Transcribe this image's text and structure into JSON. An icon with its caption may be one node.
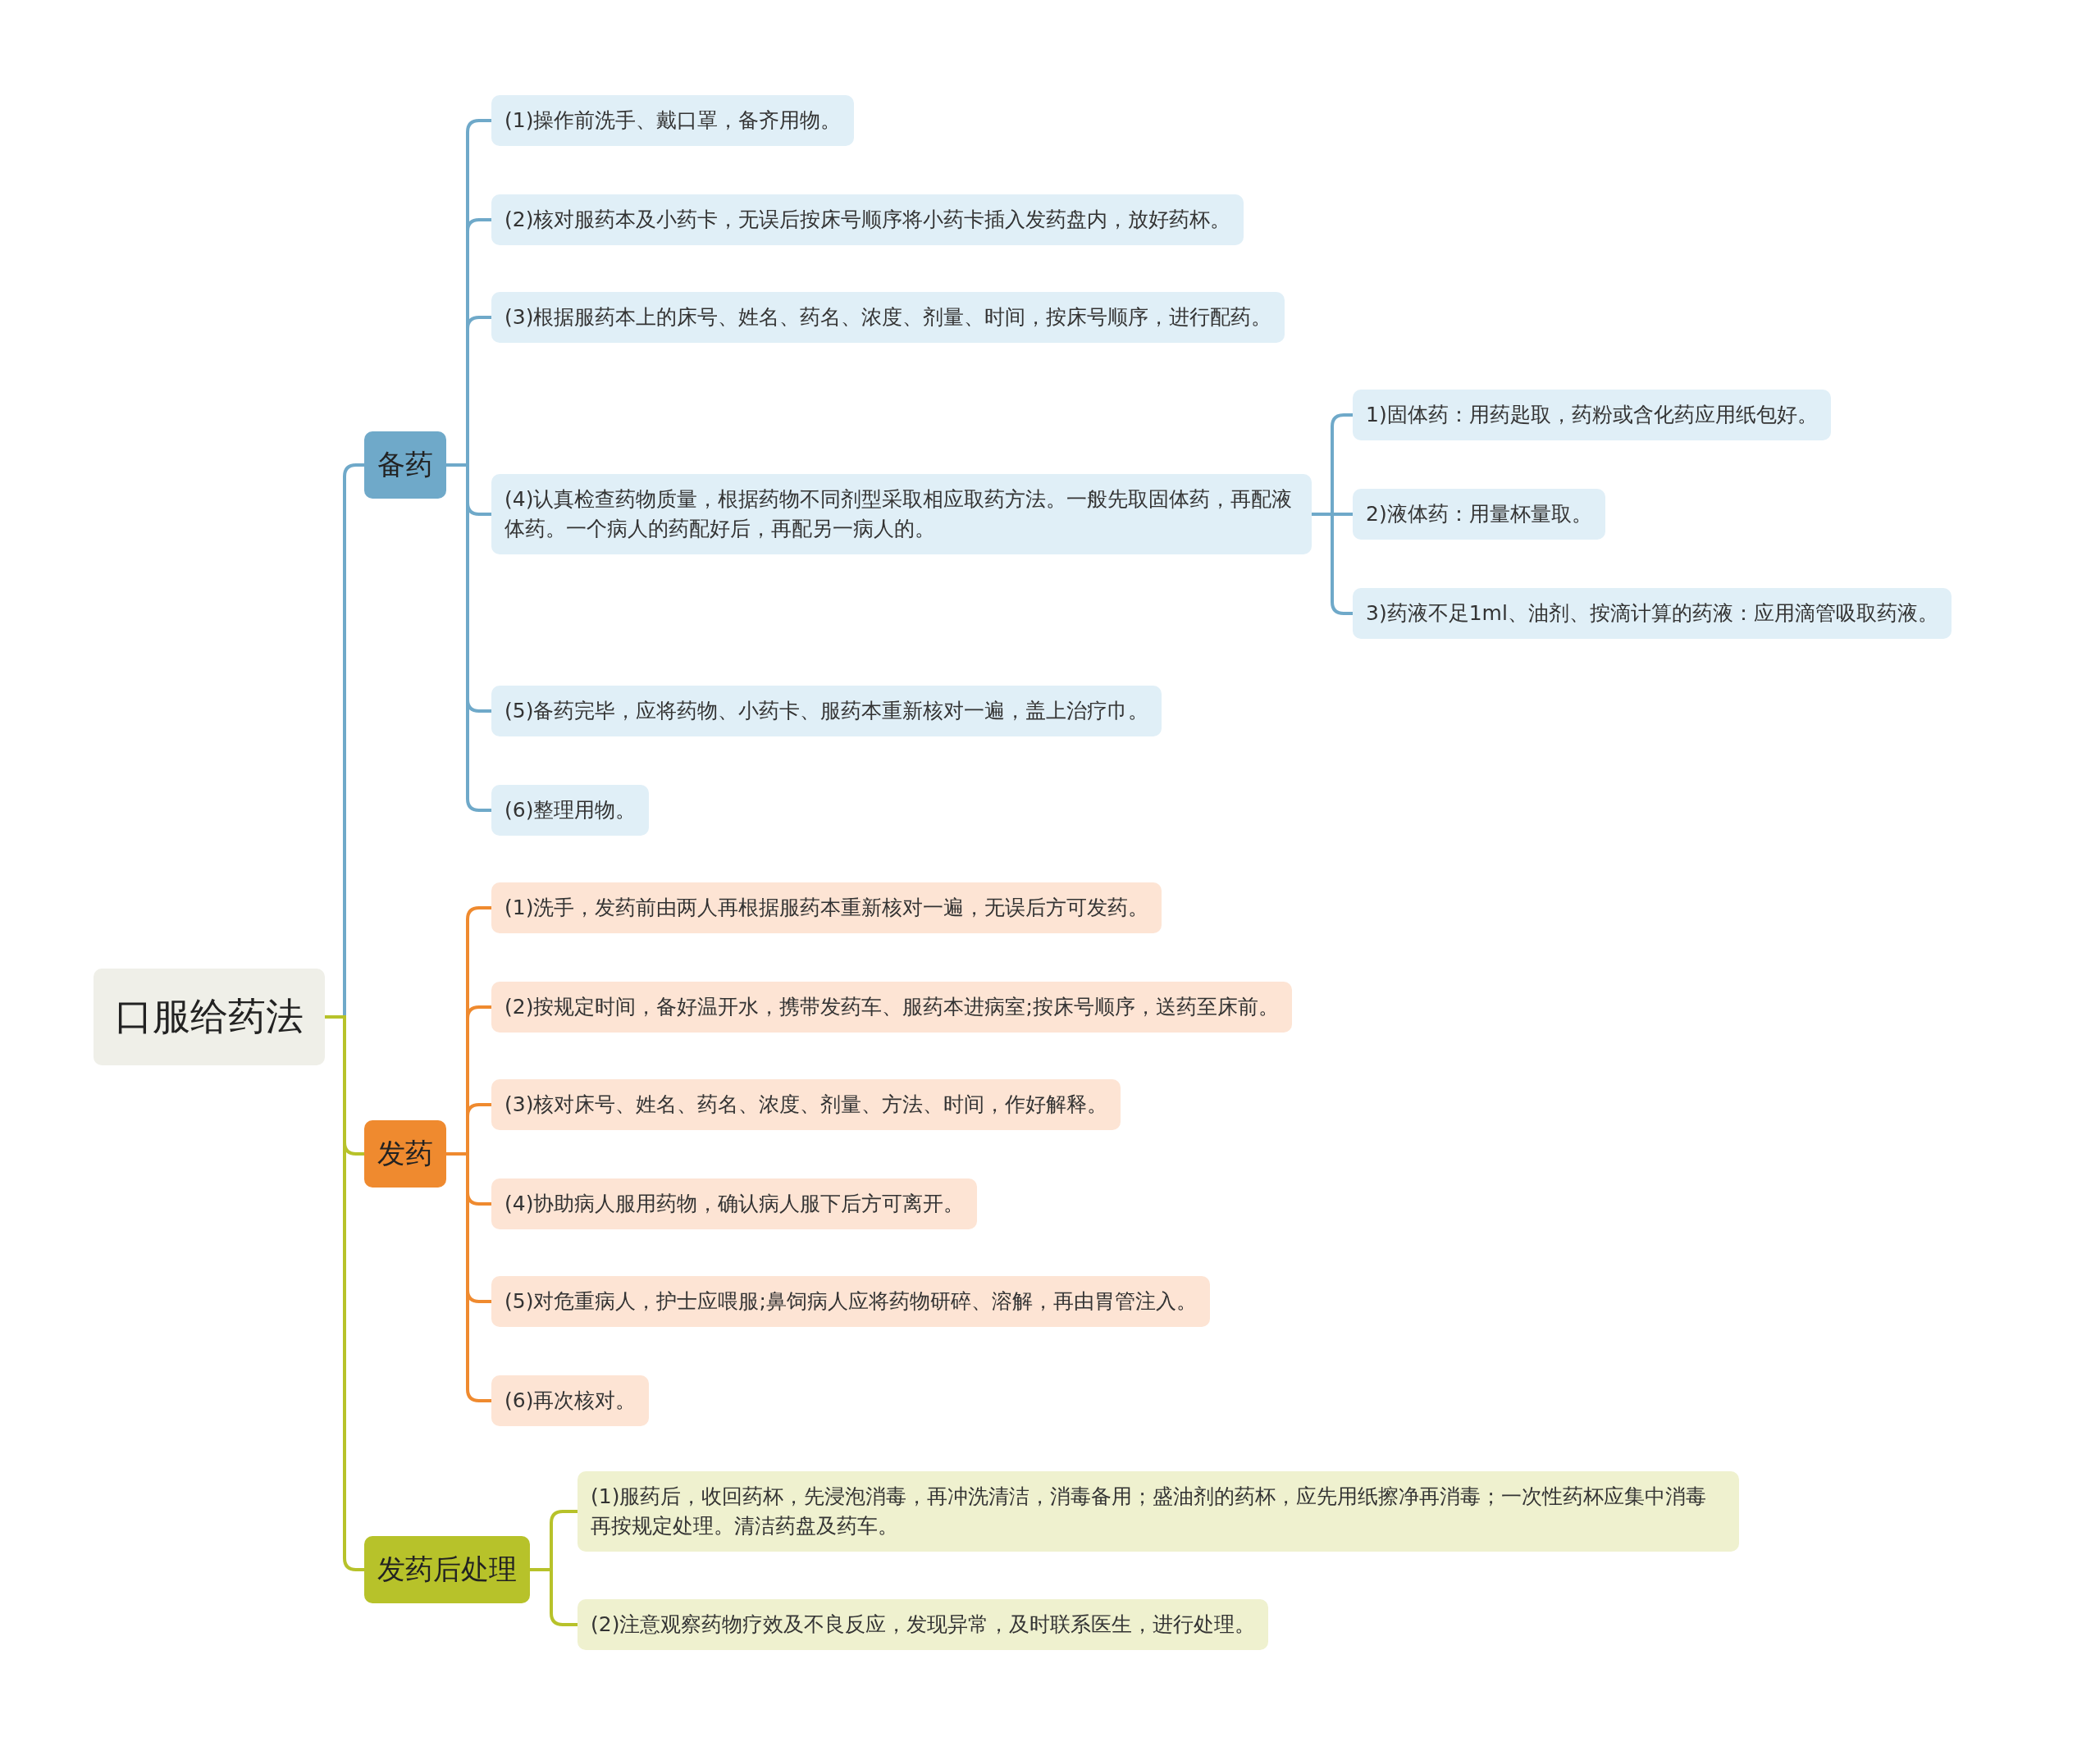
{
  "diagram": {
    "nodes": [
      {
        "text": [
          "口服给药法"
        ]
      },
      {
        "text": [
          "备药"
        ]
      },
      {
        "text": [
          "(1)操作前洗手、戴口罩，备齐用物。"
        ]
      },
      {
        "text": [
          "(2)核对服药本及小药卡，无误后按床号顺序将小药卡插入发药盘内，放好药杯。"
        ]
      },
      {
        "text": [
          "(3)根据服药本上的床号、姓名、药名、浓度、剂量、时间，按床号顺序，进行配药。"
        ]
      },
      {
        "text": [
          "(4)认真检查药物质量，根据药物不同剂型采取相应取药方法。一般先取固体药，再配液体药。一个病人的药配好后，再配另一病人的。"
        ]
      },
      {
        "text": [
          "1)固体药：用药匙取，药粉或含化药应用纸包好。"
        ]
      },
      {
        "text": [
          "2)液体药：用量杯量取。"
        ]
      },
      {
        "text": [
          "3)药液不足1ml、油剂、按滴计算的药液：应用滴管吸取药液。"
        ]
      },
      {
        "text": [
          "(5)备药完毕，应将药物、小药卡、服药本重新核对一遍，盖上治疗巾。"
        ]
      },
      {
        "text": [
          "(6)整理用物。"
        ]
      },
      {
        "text": [
          "发药"
        ]
      },
      {
        "text": [
          "(1)洗手，发药前由两人再根据服药本重新核对一遍，无误后方可发药。"
        ]
      },
      {
        "text": [
          "(2)按规定时间，备好温开水，携带发药车、服药本进病室;按床号顺序，送药至床前。"
        ]
      },
      {
        "text": [
          "(3)核对床号、姓名、药名、浓度、剂量、方法、时间，作好解释。"
        ]
      },
      {
        "text": [
          "(4)协助病人服用药物，确认病人服下后方可离开。"
        ]
      },
      {
        "text": [
          "(5)对危重病人，护士应喂服;鼻饲病人应将药物研碎、溶解，再由胃管注入。"
        ]
      },
      {
        "text": [
          "(6)再次核对。"
        ]
      },
      {
        "text": [
          "发药后处理"
        ]
      },
      {
        "text": [
          "(1)服药后，收回药杯，先浸泡消毒，再冲洗清洁，消毒备用；盛油剂的药杯，应先用纸擦净再消毒；一次性药杯应集中消毒再按规定处理。清洁药盘及药车。"
        ]
      },
      {
        "text": [
          "(2)注意观察药物疗效及不良反应，发现异常，及时联系医生，进行处理。"
        ]
      }
    ],
    "edges": [
      {
        "from": 0,
        "to": 1,
        "arrow": "none"
      },
      {
        "from": 1,
        "to": 2,
        "arrow": "none"
      },
      {
        "from": 1,
        "to": 3,
        "arrow": "none"
      },
      {
        "from": 1,
        "to": 4,
        "arrow": "none"
      },
      {
        "from": 1,
        "to": 5,
        "arrow": "none"
      },
      {
        "from": 5,
        "to": 6,
        "arrow": "none"
      },
      {
        "from": 5,
        "to": 7,
        "arrow": "none"
      },
      {
        "from": 5,
        "to": 8,
        "arrow": "none"
      },
      {
        "from": 1,
        "to": 9,
        "arrow": "none"
      },
      {
        "from": 1,
        "to": 10,
        "arrow": "none"
      },
      {
        "from": 0,
        "to": 11,
        "arrow": "none",
        "color": "#b7c22a"
      },
      {
        "from": 11,
        "to": 12,
        "arrow": "none",
        "color": "#ef8a2f"
      },
      {
        "from": 11,
        "to": 13,
        "arrow": "none",
        "color": "#ef8a2f"
      },
      {
        "from": 11,
        "to": 14,
        "arrow": "none",
        "color": "#ef8a2f"
      },
      {
        "from": 11,
        "to": 15,
        "arrow": "none",
        "color": "#ef8a2f"
      },
      {
        "from": 11,
        "to": 16,
        "arrow": "none",
        "color": "#ef8a2f"
      },
      {
        "from": 11,
        "to": 17,
        "arrow": "none",
        "color": "#ef8a2f"
      },
      {
        "from": 0,
        "to": 18,
        "arrow": "none",
        "color": "#b7c22a"
      },
      {
        "from": 18,
        "to": 19,
        "arrow": "none",
        "color": "#b7c22a"
      },
      {
        "from": 18,
        "to": 20,
        "arrow": "none",
        "color": "#b7c22a"
      }
    ]
  }
}
